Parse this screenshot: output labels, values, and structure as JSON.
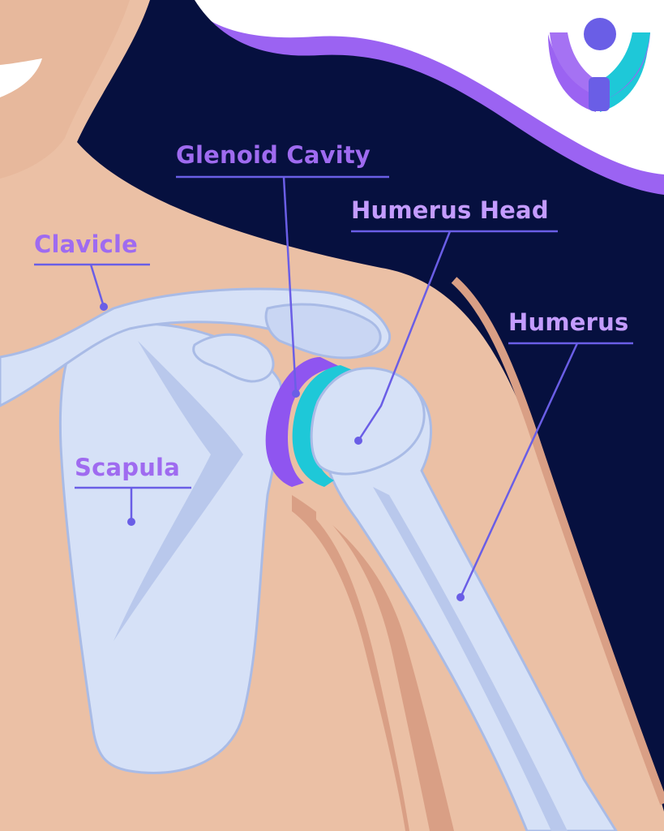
{
  "labels": {
    "glenoid_cavity": "Glenoid Cavity",
    "humerus_head": "Humerus Head",
    "clavicle": "Clavicle",
    "humerus": "Humerus",
    "scapula": "Scapula"
  },
  "colors": {
    "background_navy": "#06103f",
    "skin": "#ebc0a5",
    "skin_shadow": "#d99f85",
    "bone": "#d6e1f7",
    "bone_shade": "#b9c8ec",
    "bone_outline": "#a9bbe6",
    "glenoid_purple": "#8f55f0",
    "humerus_head_cyan": "#1ec8d8",
    "label_purple": "#9f6bf0",
    "label_lavender": "#c49cff",
    "leader_line": "#6a5ee6",
    "wave_purple": "#9b63f2"
  },
  "logo": {
    "name": "brand-logo-icon"
  }
}
